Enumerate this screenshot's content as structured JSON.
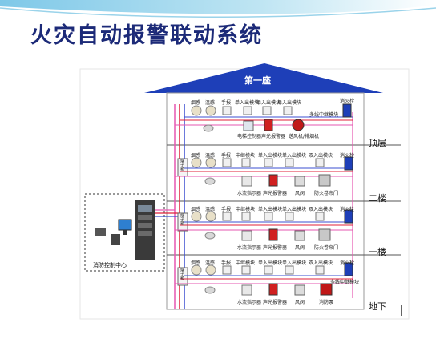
{
  "title": "火灾自动报警联动系统",
  "roof_label": "第一座",
  "control_center": "消防控制中心",
  "terminal_label": "端子箱",
  "floors": [
    {
      "name": "顶层",
      "top_labels": [
        "烟感",
        "温感",
        "手报",
        "单入出模块",
        "单入出模块",
        "单入出模块",
        "消火栓"
      ],
      "bottom_labels": [
        "电梯控制器",
        "声光报警器",
        "送风机/排烟机"
      ],
      "extra_label": "多线中继模块"
    },
    {
      "name": "二楼",
      "top_labels": [
        "烟感",
        "温感",
        "手报",
        "中继模块",
        "单入出模块",
        "单入出模块",
        "双入出模块",
        "消火栓"
      ],
      "bottom_labels": [
        "水流指示器",
        "声光报警器",
        "风阀",
        "防火卷帘门"
      ]
    },
    {
      "name": "一楼",
      "top_labels": [
        "烟感",
        "温感",
        "手报",
        "中继模块",
        "单入出模块",
        "单入出模块",
        "双入出模块",
        "消火栓"
      ],
      "bottom_labels": [
        "水流指示器",
        "声光报警器",
        "风阀",
        "防火卷帘门"
      ]
    },
    {
      "name": "地下",
      "top_labels": [
        "烟感",
        "温感",
        "手报",
        "中继模块",
        "单入出模块",
        "单入出模块",
        "双入出模块",
        "消火栓"
      ],
      "bottom_labels": [
        "水流指示器",
        "声光报警器",
        "风阀",
        "消防泵"
      ],
      "extra_label": "多线中继模块"
    }
  ],
  "colors": {
    "title": "#1c2a78",
    "roof": "#1e3fb8",
    "wire_red": "#e0203a",
    "wire_pink": "#e657b0",
    "wire_blue": "#3b4fd0",
    "wire_purple": "#8a3fc0"
  }
}
